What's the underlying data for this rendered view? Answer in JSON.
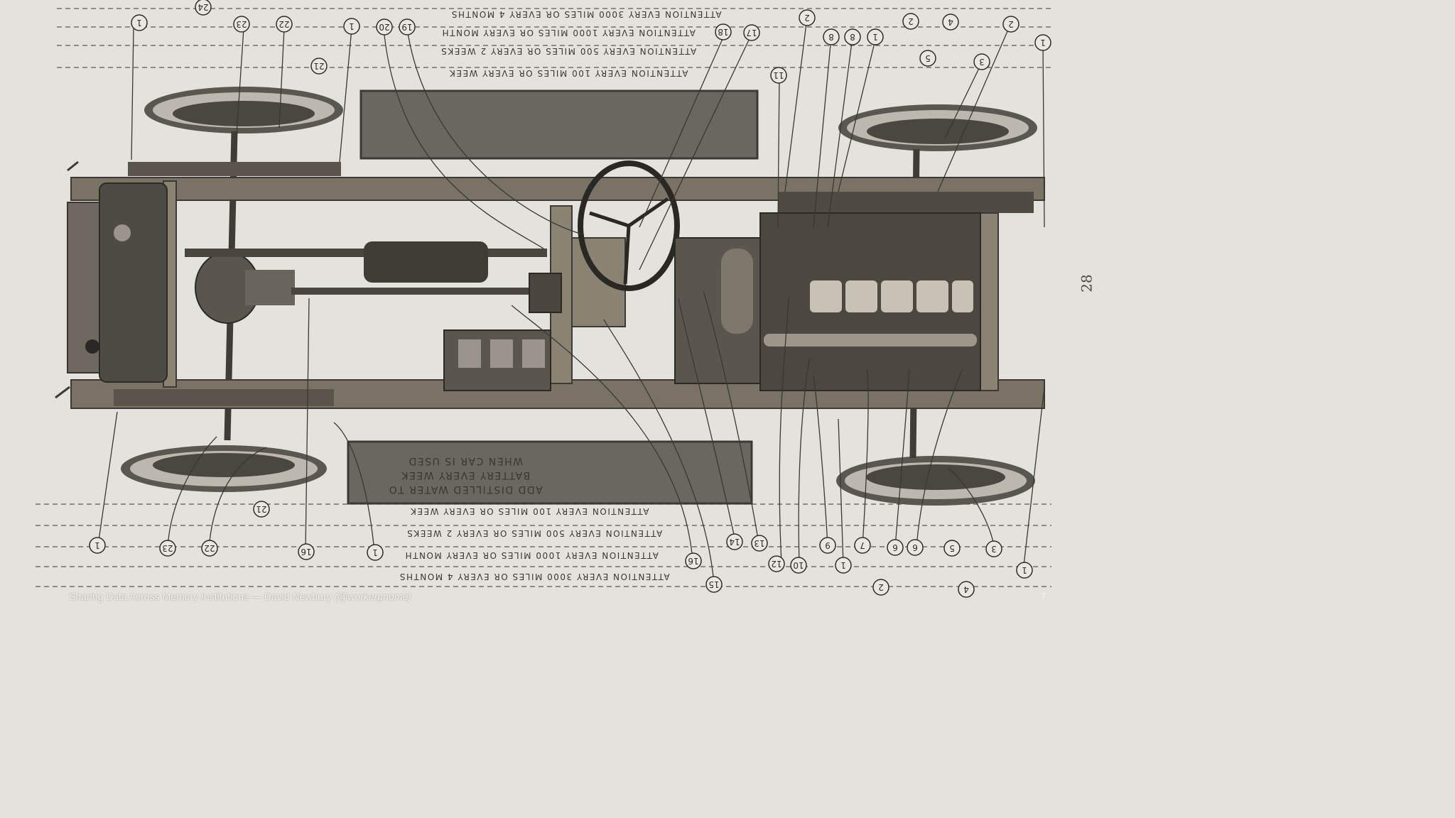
{
  "page_number": "28",
  "footer": {
    "text": "Sharing Data Across Memory Institutions — David Newbury",
    "handle": "(@workergnome)",
    "slide_number": "7"
  },
  "top_lines": [
    "ATTENTION EVERY 3000 MILES OR EVERY 4 MONTHS",
    "ATTENTION EVERY 1000 MILES OR EVERY MONTH",
    "ATTENTION EVERY 500 MILES OR EVERY 2 WEEKS",
    "ATTENTION EVERY 100 MILES OR EVERY WEEK"
  ],
  "bottom_lines": [
    "ATTENTION EVERY 100 MILES OR EVERY WEEK",
    "ATTENTION EVERY 500 MILES OR EVERY 2 WEEKS",
    "ATTENTION EVERY 1000 MILES OR EVERY MONTH",
    "ATTENTION EVERY 3000 MILES OR EVERY 4 MONTHS"
  ],
  "battery_note": [
    "ADD DISTILLED WATER TO",
    "BATTERY EVERY WEEK",
    "WHEN CAR IS USED"
  ],
  "callouts_top": [
    "24",
    "1",
    "23",
    "22",
    "1",
    "20",
    "19",
    "18",
    "17",
    "2",
    "8",
    "8",
    "1",
    "2",
    "4",
    "2",
    "1",
    "21",
    "11",
    "5",
    "3"
  ],
  "callouts_bottom": [
    "1",
    "23",
    "22",
    "16",
    "1",
    "16",
    "14",
    "13",
    "12",
    "10",
    "9",
    "7",
    "6",
    "6",
    "5",
    "3",
    "1",
    "2",
    "4",
    "1",
    "15",
    "21"
  ],
  "colors": {
    "paper": "#e4e2dc",
    "ink": "#2f2d2a",
    "frame": "#6e665a",
    "sign": "#6a6660"
  }
}
